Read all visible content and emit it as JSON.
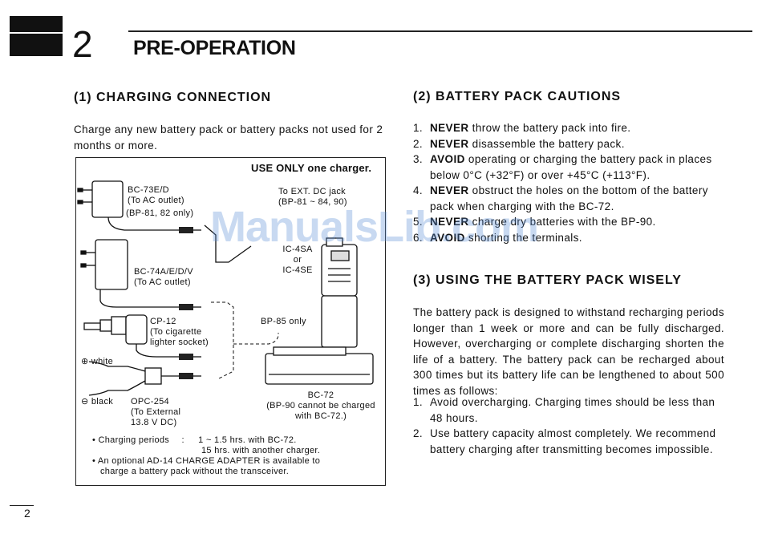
{
  "header": {
    "chapter_number": "2",
    "chapter_title": "PRE-OPERATION"
  },
  "section1": {
    "heading": "(1) CHARGING CONNECTION",
    "intro": "Charge any new battery pack or battery packs not used for 2 months or more."
  },
  "diagram": {
    "use_only": "USE ONLY one charger.",
    "bc73_l1": "BC-73E/D",
    "bc73_l2": "(To AC outlet)",
    "bc73_l3": "(BP-81, 82 only)",
    "bc74_l1": "BC-74A/E/D/V",
    "bc74_l2": "(To AC outlet)",
    "cp12_l1": "CP-12",
    "cp12_l2": "(To cigarette",
    "cp12_l3": "lighter socket)",
    "white": "⊕ white",
    "black": "⊖ black",
    "opc_l1": "OPC-254",
    "opc_l2": "(To External",
    "opc_l3": "13.8 V DC)",
    "ext_l1": "To EXT. DC jack",
    "ext_l2": "(BP-81 ~ 84, 90)",
    "ic_l1": "IC-4SA",
    "ic_l2": "or",
    "ic_l3": "IC-4SE",
    "bp85": "BP-85 only",
    "bc72_l1": "BC-72",
    "bc72_l2": "(BP-90 cannot be charged",
    "bc72_l3": "with BC-72.)",
    "note1_label": "• Charging periods",
    "note1_colon": ":",
    "note1_v1": "1 ~ 1.5 hrs. with BC-72.",
    "note1_v2": "15 hrs. with another charger.",
    "note2_l1": "• An optional AD-14 CHARGE ADAPTER is available to",
    "note2_l2": "charge a battery pack without the transceiver."
  },
  "section2": {
    "heading": "(2) BATTERY PACK CAUTIONS",
    "items": [
      {
        "num": "1.",
        "bold": "NEVER",
        "text": " throw the battery pack into fire."
      },
      {
        "num": "2.",
        "bold": "NEVER",
        "text": " disassemble the battery pack."
      },
      {
        "num": "3.",
        "bold": "AVOID",
        "text": " operating or charging the battery pack in places below 0°C (+32°F) or over +45°C (+113°F)."
      },
      {
        "num": "4.",
        "bold": "NEVER",
        "text": " obstruct the holes on the bottom of the battery pack when charging with the BC-72."
      },
      {
        "num": "5.",
        "bold": "NEVER",
        "text": " charge dry batteries with the BP-90."
      },
      {
        "num": "6.",
        "bold": "AVOID",
        "text": " shorting the terminals."
      }
    ]
  },
  "section3": {
    "heading": "(3) USING THE BATTERY PACK WISELY",
    "para": "The battery pack is designed to withstand recharging periods longer than 1 week or more and can be fully discharged. However, overcharging or complete discharging shorten the life of a battery. The battery pack can be recharged about 300 times but its battery life can be lengthened to about 500 times as follows:",
    "items": [
      {
        "num": "1.",
        "text": "Avoid overcharging. Charging times should be less than 48 hours."
      },
      {
        "num": "2.",
        "text": "Use battery capacity almost completely. We recommend battery charging after transmitting becomes impossible."
      }
    ]
  },
  "watermark": "ManualsLib.com",
  "footer": {
    "page_number": "2"
  }
}
